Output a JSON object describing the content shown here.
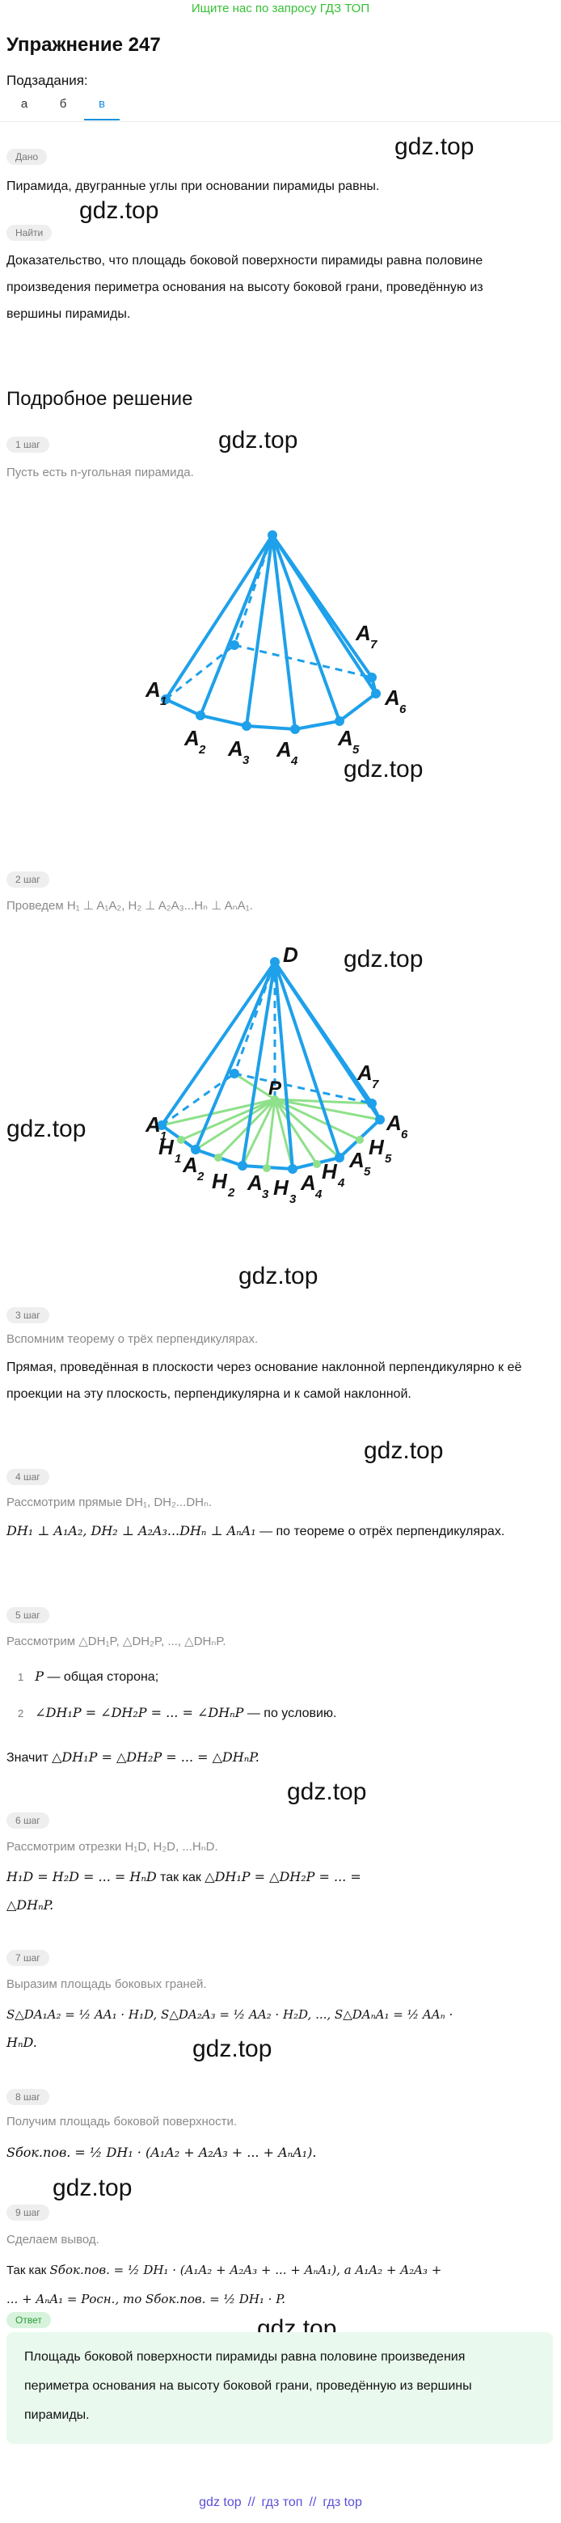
{
  "banner": "Ищите нас по запросу ГДЗ ТОП",
  "title": "Упражнение 247",
  "subtasks_label": "Подзадания:",
  "tabs": [
    {
      "label": "а",
      "active": false
    },
    {
      "label": "б",
      "active": false
    },
    {
      "label": "в",
      "active": true
    }
  ],
  "watermark": "gdz.top",
  "given": {
    "chip": "Дано",
    "text": "Пирамида, двугранные углы при основании пирамиды равны."
  },
  "find": {
    "chip": "Найти",
    "text": "Доказательство, что площадь боковой поверхности пирамиды равна половине произведения периметра основания на высоту боковой грани, проведённую из вершины пирамиды."
  },
  "solution_heading": "Подробное решение",
  "steps": {
    "s1": {
      "chip": "1 шаг",
      "note": "Пусть есть n-угольная пирамида."
    },
    "s2": {
      "chip": "2 шаг",
      "note": "Проведем H₁ ⊥ A₁A₂, H₂ ⊥ A₂A₃...Hₙ ⊥ AₙA₁."
    },
    "s3": {
      "chip": "3 шаг",
      "note": "Вспомним теорему о трёх перпендикулярах.",
      "text": "Прямая, проведённая в плоскости через основание наклонной перпендикулярно к её проекции на эту плоскость, перпендикулярна и к самой наклонной."
    },
    "s4": {
      "chip": "4 шаг",
      "note": "Рассмотрим прямые DH₁, DH₂...DHₙ.",
      "formula": "DH₁ ⊥ A₁A₂, DH₂ ⊥ A₂A₃...DHₙ ⊥ AₙA₁",
      "tail": " — по теореме о отрёх перпендикулярах."
    },
    "s5": {
      "chip": "5 шаг",
      "note": "Рассмотрим △DH₁P, △DH₂P, ..., △DHₙP.",
      "item1_num": "1",
      "item1_formula": "P",
      "item1_text": " — общая сторона;",
      "item2_num": "2",
      "item2_formula": "∠DH₁P = ∠DH₂P = ... = ∠DHₙP",
      "item2_text": " — по условию.",
      "concl_lead": "Значит ",
      "concl_formula": "△DH₁P = △DH₂P = ... = △DHₙP."
    },
    "s6": {
      "chip": "6 шаг",
      "note": "Рассмотрим отрезки H₁D, H₂D, ...HₙD.",
      "formula1": "H₁D = H₂D = ... = HₙD",
      "mid": " так как ",
      "formula2": "△DH₁P = △DH₂P = ... =",
      "formula3": "△DHₙP."
    },
    "s7": {
      "chip": "7 шаг",
      "note": "Выразим площадь боковых граней.",
      "formula1": "S△DA₁A₂ = ½ AA₁ · H₁D, S△DA₂A₃ = ½ AA₂ · H₂D, ..., S△DAₙA₁ = ½ AAₙ ·",
      "formula2": "HₙD."
    },
    "s8": {
      "chip": "8 шаг",
      "note": "Получим площадь боковой поверхности.",
      "formula": "Sбок.пов. = ½ DH₁ · (A₁A₂ + A₂A₃ + ... + AₙA₁)."
    },
    "s9": {
      "chip": "9 шаг",
      "note": "Сделаем вывод.",
      "lead": "Так как ",
      "formula1": "Sбок.пов. = ½ DH₁ · (A₁A₂ + A₂A₃ + ... + AₙA₁), а A₁A₂ + A₂A₃ +",
      "formula2": "... + AₙA₁ = Pосн., то Sбок.пов. = ½ DH₁ · P."
    }
  },
  "answer": {
    "chip": "Ответ",
    "text": "Площадь боковой поверхности пирамиды равна половине произведения периметра основания на высоту боковой грани, проведённую из вершины пирамиды."
  },
  "figure1": {
    "labels": [
      "A1",
      "A2",
      "A3",
      "A4",
      "A5",
      "A6",
      "A7"
    ],
    "line_color": "#1ea0ea"
  },
  "figure2": {
    "apex": "D",
    "center": "P",
    "labels": [
      "A1",
      "A2",
      "A3",
      "A4",
      "A5",
      "A6",
      "A7",
      "H1",
      "H2",
      "H3",
      "H4",
      "H5"
    ],
    "line_color": "#1ea0ea",
    "foot_color": "#8fe08a"
  },
  "footer": [
    "gdz top",
    "//",
    "гдз топ",
    "//",
    "гдз top"
  ]
}
